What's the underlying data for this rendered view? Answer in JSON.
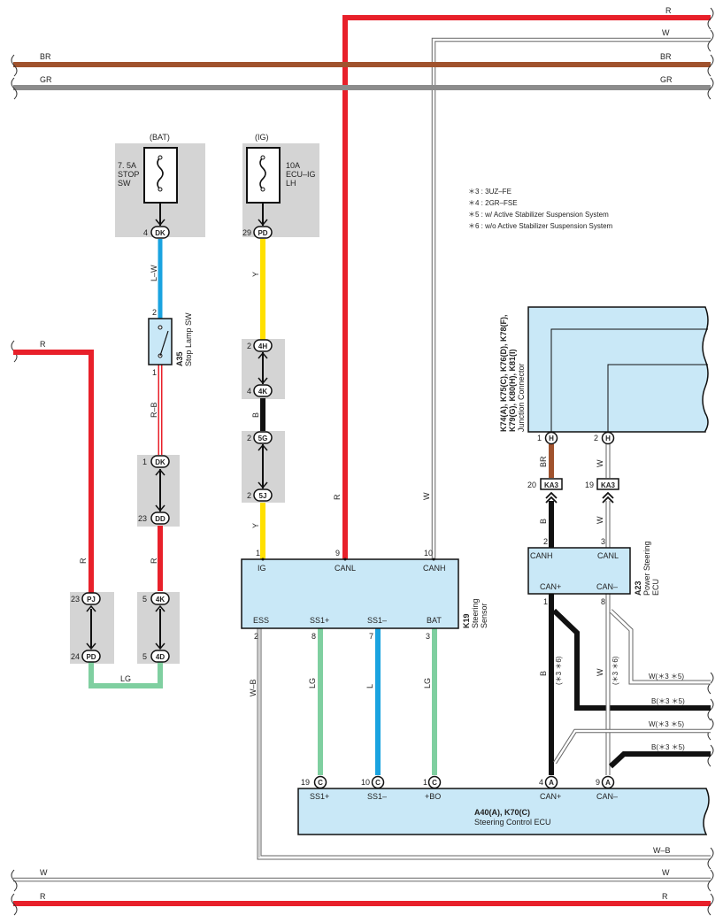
{
  "wires": {
    "r_top": "R",
    "w_top": "W",
    "br": "BR",
    "gr": "GR",
    "w_bottom": "W",
    "r_bottom": "R",
    "wb_right": "W–B",
    "r_left": "R",
    "r_left_mid": "R",
    "lw": "L–W",
    "rb": "R–B",
    "r_stop_low": "R",
    "lg_loop": "LG",
    "y_upper": "Y",
    "b_mid": "B",
    "y_lower": "Y",
    "r_canl": "R",
    "w_canh": "W",
    "wb_ess": "W–B",
    "lg_ss1p": "LG",
    "l_ss1m": "L",
    "lg_bat": "LG",
    "br_jc": "BR",
    "w_jc": "W",
    "b_ps": "B",
    "w_ps": "W",
    "b_canp": "B",
    "w_canm": "W",
    "w_note5": "W(＊3 ＊5)",
    "b_note5": "B(＊3 ＊5)",
    "w_note5b": "W(＊3 ＊5)",
    "b_note5b": "B(＊3 ＊5)",
    "note6a": "(＊3 ＊6)",
    "note6b": "(＊3 ＊6)"
  },
  "fuses": {
    "stop": {
      "header": "(BAT)",
      "line1": "7. 5A",
      "line2": "STOP",
      "line3": "SW",
      "pin": "4",
      "code": "DK"
    },
    "ecu": {
      "header": "(IG)",
      "line1": "10A",
      "line2": "ECU–IG",
      "line3": "LH",
      "pin": "29",
      "code": "PD"
    }
  },
  "stop_lamp_sw": {
    "id": "A35",
    "name": "Stop Lamp SW",
    "pin_top": "2",
    "pin_bottom": "1"
  },
  "junctions": {
    "dk": {
      "pin": "1",
      "code": "DK"
    },
    "dd": {
      "pin": "23",
      "code": "DD"
    },
    "pj": {
      "pin": "23",
      "code": "PJ"
    },
    "pd": {
      "pin": "24",
      "code": "PD"
    },
    "k4a": {
      "pin": "5",
      "code": "4K"
    },
    "d4": {
      "pin": "5",
      "code": "4D"
    },
    "h4": {
      "pin": "2",
      "code": "4H"
    },
    "k4b": {
      "pin": "4",
      "code": "4K"
    },
    "g5": {
      "pin": "2",
      "code": "5G"
    },
    "j5": {
      "pin": "2",
      "code": "5J"
    }
  },
  "notes": [
    "＊3 : 3UZ–FE",
    "＊4 : 2GR–FSE",
    "＊5 : w/ Active Stabilizer Suspension System",
    "＊6 : w/o Active Stabilizer Suspension System"
  ],
  "junction_connector": {
    "id_line1": "K74(A), K75(C), K76(D), K78(F),",
    "id_line2": "K79(G), K80(H), K81(I)",
    "name": "Junction Connector",
    "pin1": "1",
    "pin1_code": "H",
    "pin2": "2",
    "pin2_code": "H",
    "ka_left_pin": "20",
    "ka_left": "KA3",
    "ka_right_pin": "19",
    "ka_right": "KA3"
  },
  "power_steering": {
    "id": "A23",
    "name_line1": "Power Steering",
    "name_line2": "ECU",
    "canh": "CANH",
    "canl": "CANL",
    "canp": "CAN+",
    "canm": "CAN–",
    "pin2": "2",
    "pin3": "3",
    "pin1": "1",
    "pin8": "8"
  },
  "steering_sensor": {
    "id": "K19",
    "name_line1": "Steering",
    "name_line2": "Sensor",
    "ig": "IG",
    "canl": "CANL",
    "canh": "CANH",
    "ess": "ESS",
    "ss1p": "SS1+",
    "ss1m": "SS1–",
    "bat": "BAT",
    "pin1": "1",
    "pin9": "9",
    "pin10": "10",
    "pin2": "2",
    "pin8": "8",
    "pin7": "7",
    "pin3": "3"
  },
  "steering_ecu": {
    "id": "A40(A), K70(C)",
    "name": "Steering Control ECU",
    "ss1p": "SS1+",
    "ss1m": "SS1–",
    "bo": "+BO",
    "canp": "CAN+",
    "canm": "CAN–",
    "pin19": "19",
    "pin10": "10",
    "pin1": "1",
    "pin4": "4",
    "pin9": "9",
    "code_c": "C",
    "code_a": "A"
  },
  "colors": {
    "red": "#e8202a",
    "brown": "#a0522d",
    "gray": "#8c8c8c",
    "yellow": "#ffe000",
    "blue": "#1aa3e0",
    "green": "#7fcfa0",
    "black": "#111111",
    "white_wire": "#ffffff",
    "box_fill": "#c9e8f7",
    "shade": "#d4d4d4"
  }
}
